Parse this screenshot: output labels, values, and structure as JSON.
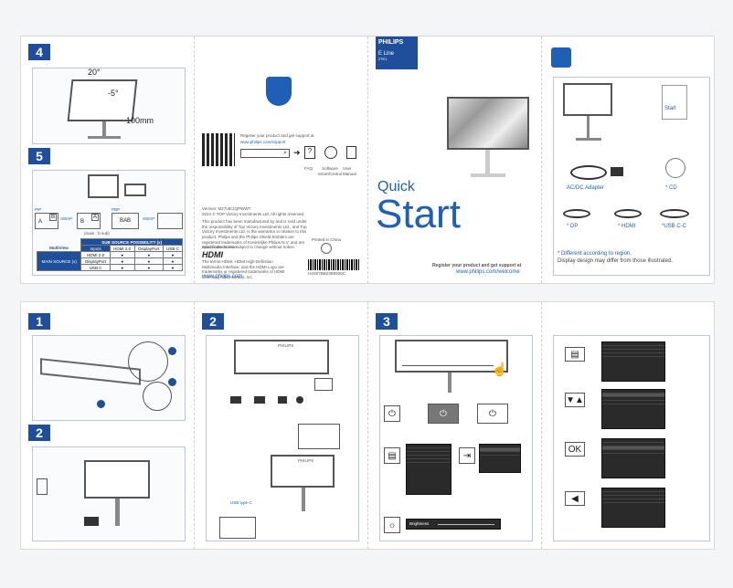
{
  "steps": {
    "s1": "1",
    "s2": "2",
    "s3": "3",
    "s4": "4",
    "s5": "5"
  },
  "tilt": {
    "angle_up": "20°",
    "angle_down": "-5°",
    "height": "100mm"
  },
  "pip": {
    "pip_label": "PIP",
    "pbp_label": "PBP",
    "swap": "SWAP",
    "a": "A",
    "b": "B",
    "bab": "BAB",
    "main_note": "(main : b-sub)"
  },
  "source_table": {
    "header": "SUB SOURCE POSSIBILITY (x)",
    "col_inputs": "Inputs",
    "cols": [
      "HDMI 2.0",
      "DisplayPort",
      "USB C"
    ],
    "row_label": "MAIN SOURCE (x)",
    "rows": [
      {
        "name": "HDMI 2.0",
        "cells": [
          "●",
          "●",
          "●"
        ]
      },
      {
        "name": "DisplayPort",
        "cells": [
          "●",
          "●",
          "●"
        ]
      },
      {
        "name": "USB C",
        "cells": [
          "●",
          "●",
          "●"
        ]
      }
    ],
    "multiview": "MultiView"
  },
  "support": {
    "register": "Register your product and get support at",
    "url": "www.philips.com/support",
    "faq": "FAQ",
    "software": "Software SmartControl",
    "manual": "User Manual"
  },
  "legal": {
    "version": "Version: M27I4E1QPWWT",
    "copyright": "2024 © TOP Victory Investments Ltd. All rights reserved.",
    "p1": "This product has been manufactured by and is sold under the responsibility of Top Victory Investments Ltd., and Top Victory Investments Ltd. is the warrantor in relation to this product. Philips and the Philips Shield Emblem are registered trademarks of Koninklijke Philips N.V. and are used under license.",
    "p2": "Specifications are subject to change without notice.",
    "hdmi": "HDMI",
    "hdmi_text": "The terms HDMI, HDMI High-Definition Multimedia Interface, and the HDMI Logo are trademarks or registered trademarks of HDMI Licensing Administrator, Inc.",
    "website": "www.philips.com",
    "printed": "Printed in China",
    "barcode": "H4S07BB23B0930C"
  },
  "cover": {
    "brand": "PHILIPS",
    "line": "E Line",
    "model": "27E1",
    "title1": "Quick",
    "title2": "Start",
    "register": "Register your product and get support at",
    "url": "www.philips.com/welcome"
  },
  "box": {
    "start_label": "Start",
    "adapter": "AC/DC Adapter",
    "cd": "* CD",
    "dp": "* DP",
    "hdmi": "* HDMI",
    "usbc": "*USB C-C",
    "note1": "* Different according to region.",
    "note2": "Display design may differ from those illustrated."
  },
  "connect": {
    "philips_tag": "PHILIPS",
    "usb_typec": "USB type-C"
  },
  "osd": {
    "ok": "OK",
    "brightness": "Brightness"
  },
  "colors": {
    "accent": "#1f4e9a",
    "link": "#1f5fb5",
    "philips_blue": "#0b5ed7"
  }
}
